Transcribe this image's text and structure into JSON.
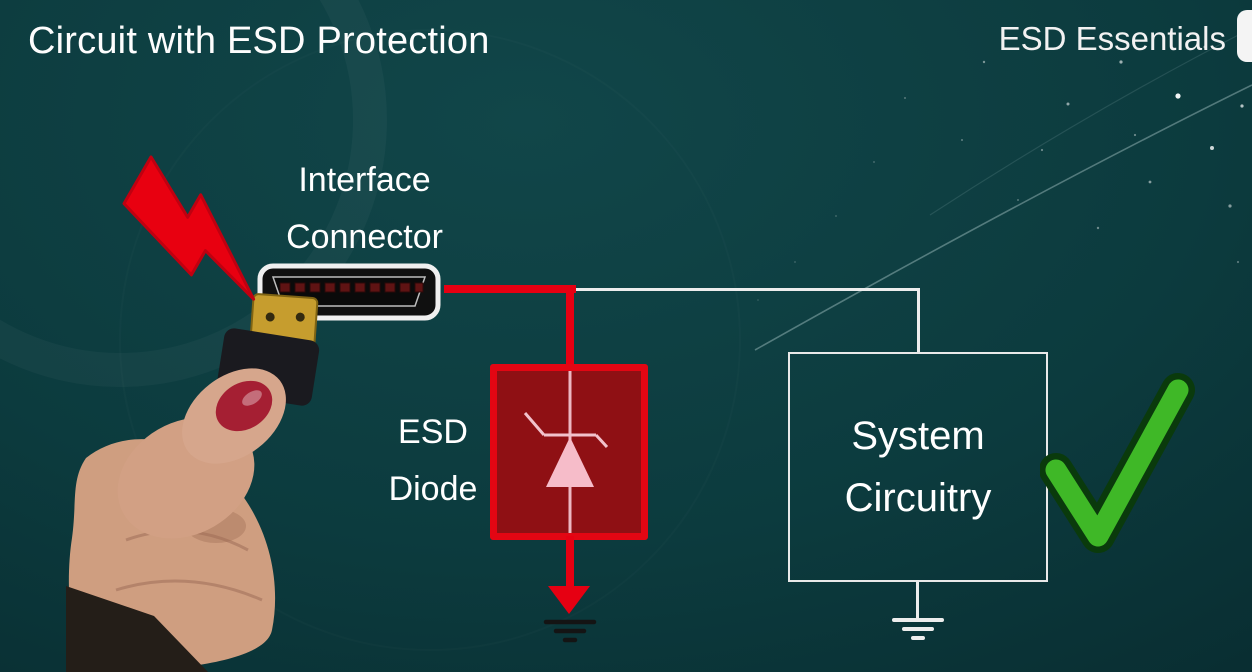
{
  "header": {
    "title": "Circuit with ESD Protection",
    "brand": "ESD Essentials"
  },
  "diagram": {
    "connector_label": {
      "line1": "Interface",
      "line2": "Connector"
    },
    "esd_diode_label": {
      "line1": "ESD",
      "line2": "Diode"
    },
    "system_box_label": {
      "line1": "System",
      "line2": "Circuitry"
    },
    "icons": {
      "lightning": "lightning-bolt-icon",
      "hdmi_port": "hdmi-port-icon",
      "hand_photo": "hand-holding-hdmi-plug-photo",
      "zener_diode": "zener-diode-symbol-icon",
      "ground_diode": "ground-symbol-icon",
      "ground_system": "ground-symbol-icon",
      "checkmark": "green-checkmark-icon",
      "logo": "partial-logo-badge"
    }
  },
  "colors": {
    "background_teal": "#0c3b3e",
    "esd_red": "#e60012",
    "diode_box_fill": "#8f1014",
    "diode_box_border": "#e30613",
    "diode_symbol_pink": "#f6bcc9",
    "wire_white": "#ededed",
    "check_green": "#3fb827",
    "text_white": "#ffffff"
  }
}
